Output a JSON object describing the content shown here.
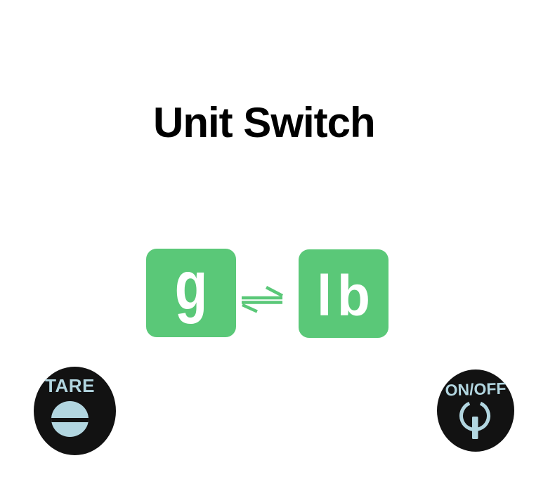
{
  "page": {
    "background_color": "#ffffff"
  },
  "title": {
    "text": "Unit Switch",
    "color": "#000000"
  },
  "unit_switch": {
    "accent_color": "#5ac878",
    "label_color": "#ffffff",
    "from_unit": {
      "label": "g"
    },
    "to_unit": {
      "label": "lb"
    },
    "swap_icon": "swap-arrows-icon"
  },
  "buttons": {
    "badge_color": "#121212",
    "ink_color": "#b2d6e0",
    "tare": {
      "label": "TARE",
      "icon": "tare-half-disc-icon"
    },
    "power": {
      "label": "ON/OFF",
      "icon": "power-icon"
    }
  }
}
